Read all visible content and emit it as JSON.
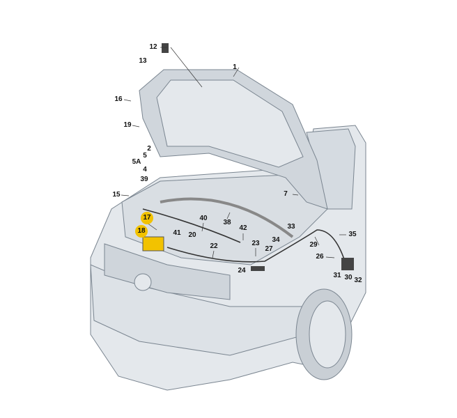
{
  "diagram": {
    "labels": [
      "1",
      "2",
      "4",
      "5",
      "5A",
      "7",
      "12",
      "13",
      "15",
      "16",
      "17",
      "18",
      "19",
      "20",
      "22",
      "23",
      "24",
      "26",
      "27",
      "29",
      "30",
      "31",
      "32",
      "33",
      "34",
      "35",
      "38",
      "39",
      "40",
      "41",
      "42"
    ],
    "highlighted": [
      "17",
      "18"
    ],
    "highlight_color": "#f2c200"
  }
}
